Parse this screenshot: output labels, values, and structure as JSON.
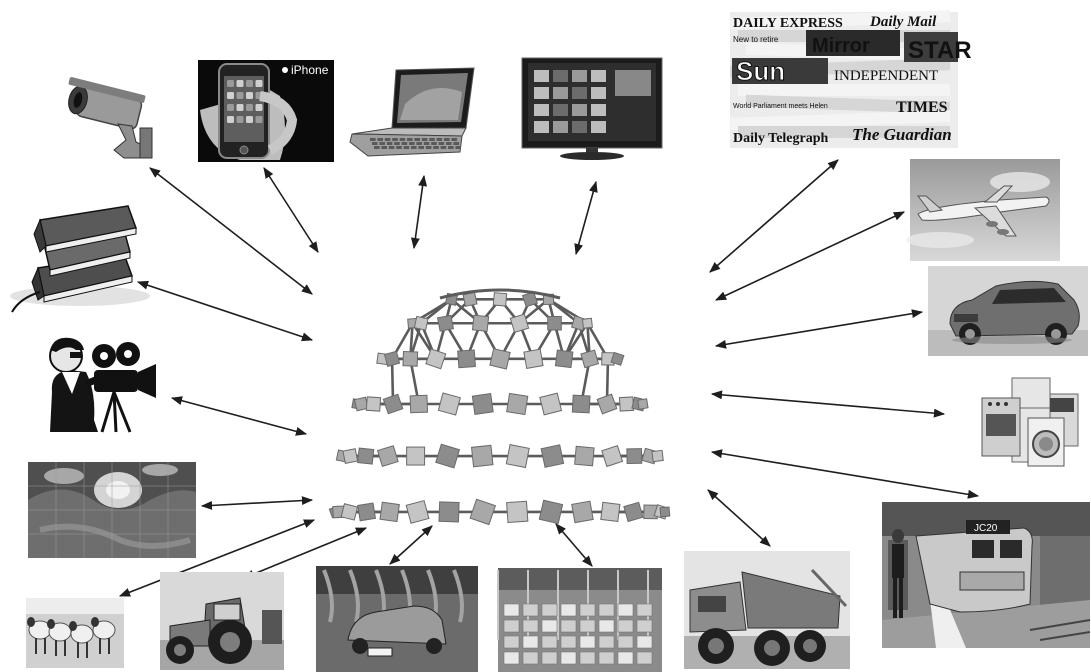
{
  "colors": {
    "arrow": "#1e1e1e",
    "photo_frame": "#cfcfcf",
    "globe_line": "#5b5b5b",
    "globe_tile_dark": "#8c8c8c",
    "globe_tile_mid": "#a8a8a8",
    "globe_tile_light": "#c4c4c4"
  },
  "center": {
    "icon": "globe-network-icon"
  },
  "nodes": [
    {
      "id": "cctv-camera",
      "icon": "cctv-camera-icon"
    },
    {
      "id": "iphone",
      "icon": "smartphone-icon",
      "label": "iPhone"
    },
    {
      "id": "laptop",
      "icon": "laptop-icon"
    },
    {
      "id": "television",
      "icon": "television-icon"
    },
    {
      "id": "newspapers",
      "icon": "newspapers-icon",
      "mastheads": [
        "DAILY EXPRESS",
        "Daily Mail",
        "Mirror",
        "STAR",
        "Sun",
        "INDEPENDENT",
        "TIMES",
        "Daily Telegraph",
        "The Guardian",
        "New to retire",
        "World Parliament meets Helen"
      ]
    },
    {
      "id": "airplane",
      "icon": "airplane-icon"
    },
    {
      "id": "car",
      "icon": "car-icon"
    },
    {
      "id": "appliances",
      "icon": "household-appliances-icon"
    },
    {
      "id": "train",
      "icon": "locomotive-icon",
      "label": "JC20"
    },
    {
      "id": "dump-truck",
      "icon": "dump-truck-icon"
    },
    {
      "id": "warehouse",
      "icon": "warehouse-icon"
    },
    {
      "id": "factory",
      "icon": "car-factory-icon"
    },
    {
      "id": "tractor",
      "icon": "tractor-icon"
    },
    {
      "id": "sheep",
      "icon": "sheep-icon"
    },
    {
      "id": "weather-map",
      "icon": "satellite-weather-map-icon"
    },
    {
      "id": "film-camera",
      "icon": "film-camera-operator-icon"
    },
    {
      "id": "books",
      "icon": "books-icon"
    }
  ]
}
